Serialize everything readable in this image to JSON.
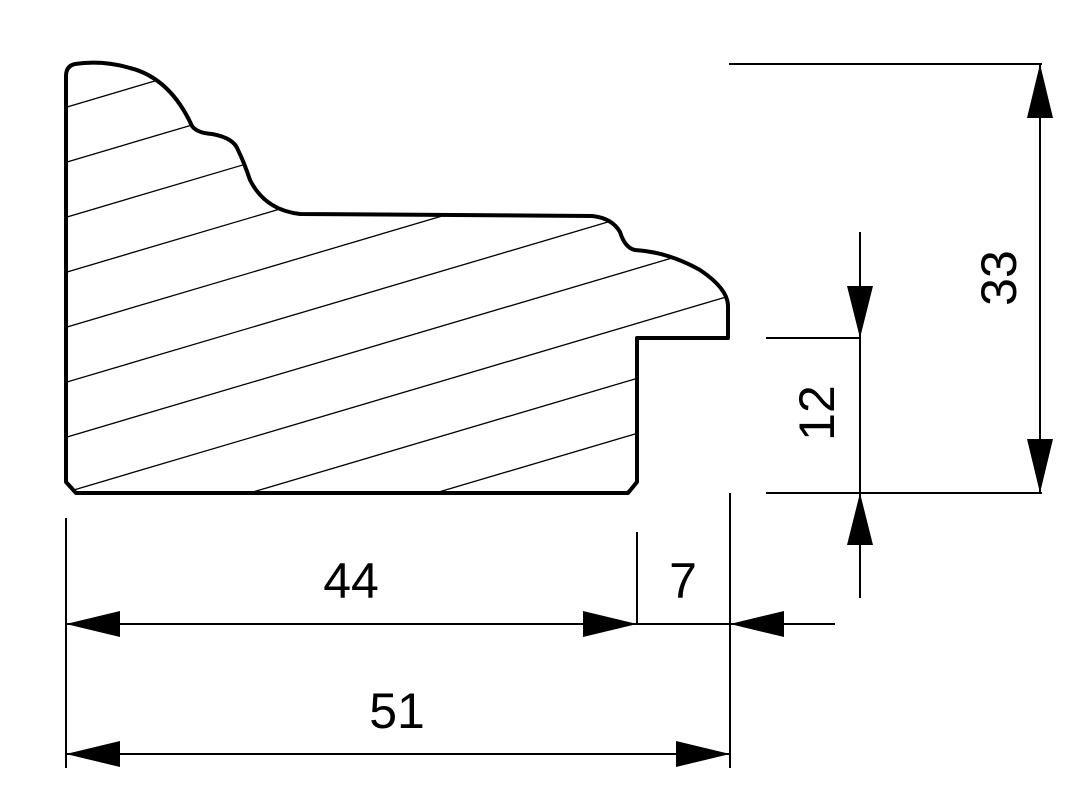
{
  "dimensions": {
    "width_44": "44",
    "offset_7": "7",
    "total_width_51": "51",
    "rabbet_height_12": "12",
    "total_height_33": "33"
  },
  "colors": {
    "line": "#000000",
    "background": "#ffffff"
  }
}
